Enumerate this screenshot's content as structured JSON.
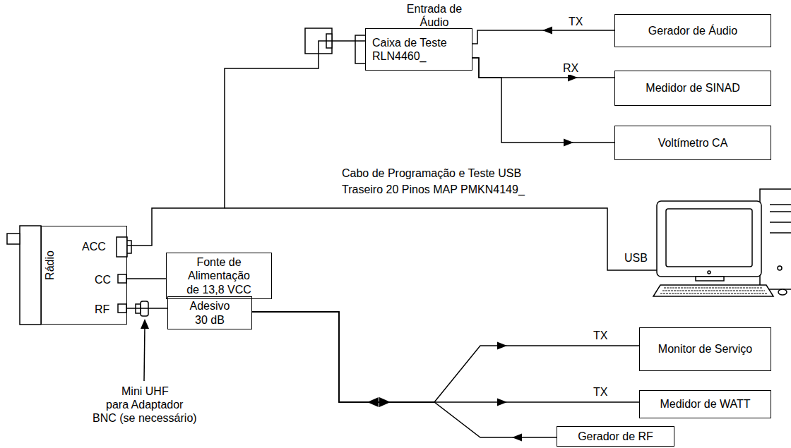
{
  "diagram": {
    "nodes": [
      {
        "text": [
          "Caixa de Teste RLN4460_"
        ]
      },
      {
        "text": [
          "Gerador de Áudio"
        ]
      },
      {
        "text": [
          "Medidor de SINAD"
        ]
      },
      {
        "text": [
          "Voltímetro CA"
        ]
      },
      {
        "text": [
          "Rádio",
          "ACC",
          "CC",
          "RF"
        ]
      },
      {
        "text": [
          "Fonte de Alimentação de 13,8 VCC"
        ]
      },
      {
        "text": [
          "Adesivo 30 dB"
        ]
      },
      {
        "text": [
          "Monitor de Serviço"
        ]
      },
      {
        "text": [
          "Medidor de WATT"
        ]
      },
      {
        "text": [
          "Gerador de RF"
        ]
      }
    ],
    "edges": [
      {
        "from": 1,
        "to": 0,
        "arrow": "to",
        "label": "TX"
      },
      {
        "from": 0,
        "to": 2,
        "arrow": "to",
        "label": "RX"
      },
      {
        "from": 0,
        "to": 3,
        "arrow": "to"
      },
      {
        "from": 4,
        "to": 0,
        "arrow": "none"
      },
      {
        "from": 4,
        "to": 5,
        "arrow": "none"
      },
      {
        "from": 4,
        "to": 6,
        "arrow": "none"
      },
      {
        "from": 6,
        "to": 7,
        "arrow": "to",
        "label": "TX"
      },
      {
        "from": 6,
        "to": 8,
        "arrow": "to",
        "label": "TX"
      },
      {
        "from": 9,
        "to": 6,
        "arrow": "to"
      }
    ],
    "labels": [
      "Entrada de Áudio",
      "Cabo de Programação e Teste USB",
      "Traseiro 20 Pinos MAP PMKN4149_",
      "USB",
      "Mini UHF",
      "para Adaptador",
      "BNC (se necessário)"
    ]
  }
}
